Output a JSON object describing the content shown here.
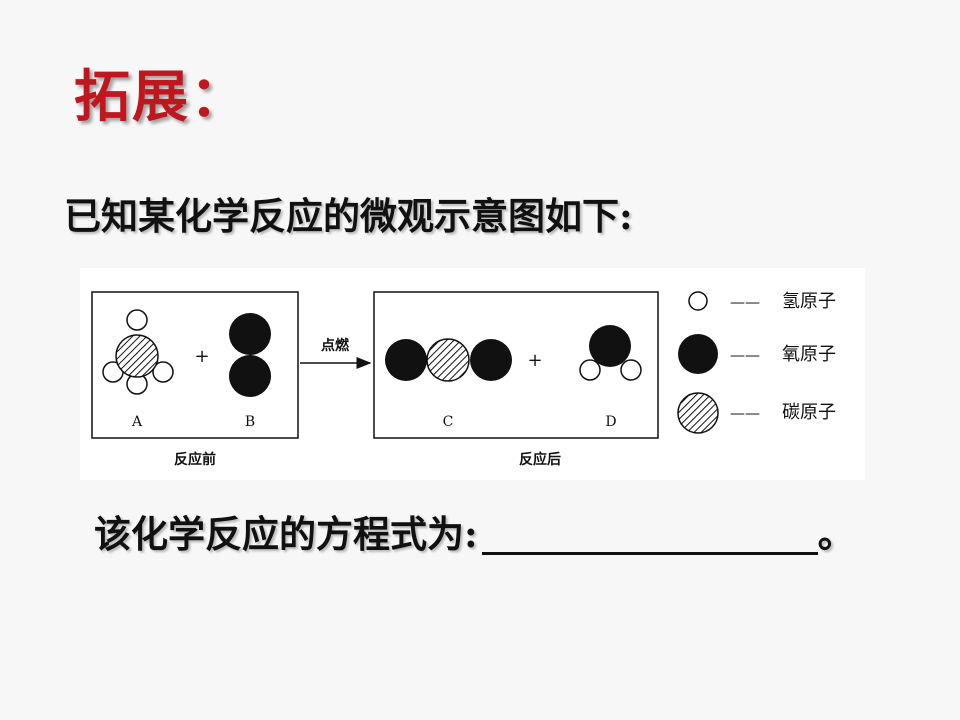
{
  "title": "拓展：",
  "intro": "已知某化学反应的微观示意图如下:",
  "diagram": {
    "before_box_label": "反应前",
    "after_box_label": "反应后",
    "arrow_label": "点燃",
    "plus": "+",
    "molecules": {
      "A": "A",
      "B": "B",
      "C": "C",
      "D": "D"
    },
    "legend": [
      {
        "symbol": "hydrogen",
        "dash": "——",
        "label": "氢原子"
      },
      {
        "symbol": "oxygen",
        "dash": "——",
        "label": "氧原子"
      },
      {
        "symbol": "carbon",
        "dash": "——",
        "label": "碳原子"
      }
    ]
  },
  "question": {
    "prompt": "该化学反应的方程式为:",
    "end_mark": "。"
  }
}
